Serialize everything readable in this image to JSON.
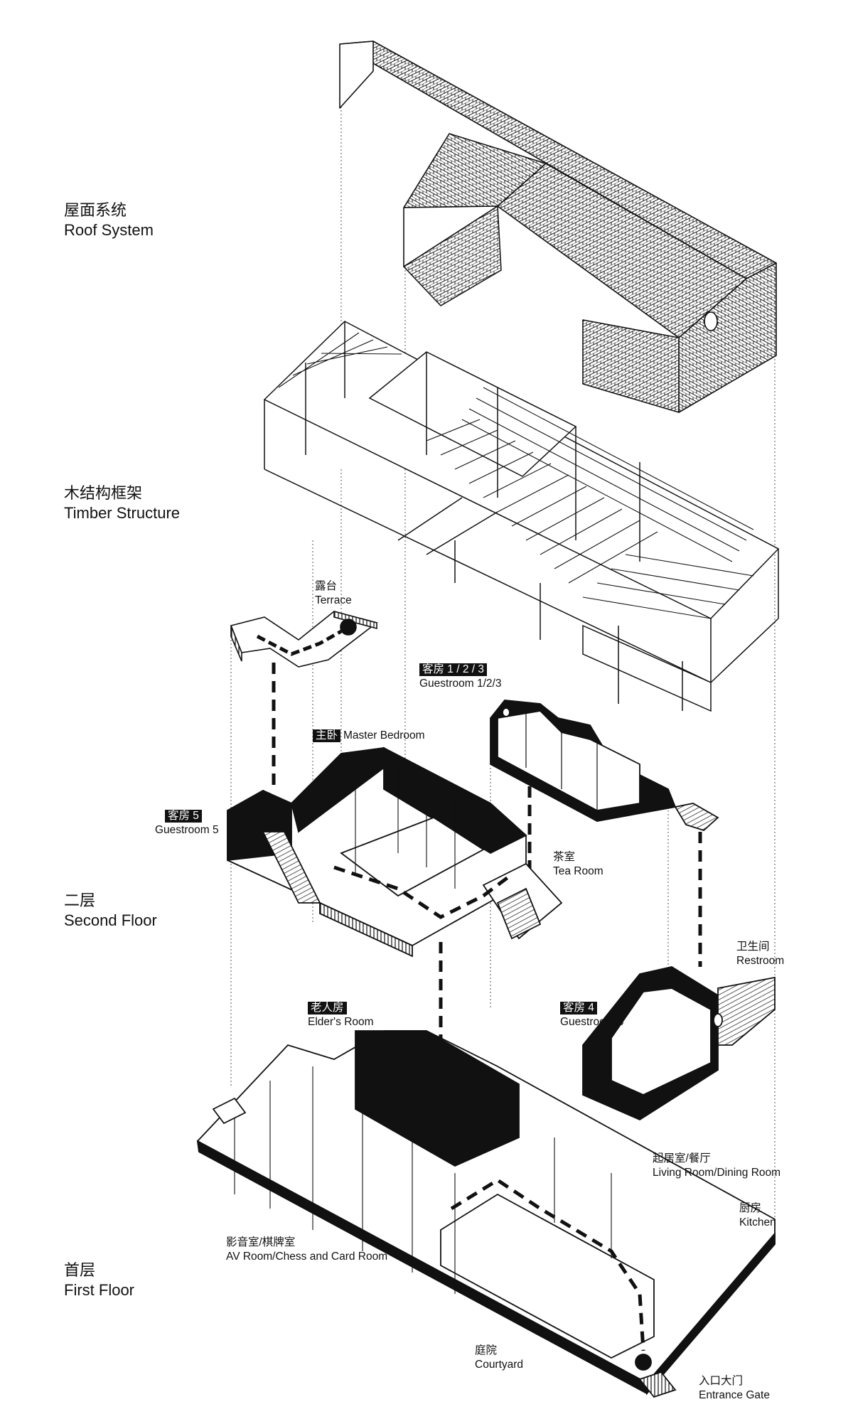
{
  "levels": {
    "roof": {
      "cn": "屋面系统",
      "en": "Roof System"
    },
    "timber": {
      "cn": "木结构框架",
      "en": "Timber Structure"
    },
    "second": {
      "cn": "二层",
      "en": "Second Floor"
    },
    "first": {
      "cn": "首层",
      "en": "First Floor"
    }
  },
  "rooms": {
    "terrace": {
      "cn": "露台",
      "en": "Terrace"
    },
    "guest123": {
      "cn": "客房 1 / 2 / 3",
      "en": "Guestroom 1/2/3"
    },
    "master": {
      "cn": "主卧",
      "en": "Master Bedroom"
    },
    "guest5": {
      "cn": "客房 5",
      "en": "Guestroom 5"
    },
    "tea": {
      "cn": "茶室",
      "en": "Tea Room"
    },
    "restroom": {
      "cn": "卫生间",
      "en": "Restroom"
    },
    "elder": {
      "cn": "老人房",
      "en": "Elder's Room"
    },
    "guest4": {
      "cn": "客房 4",
      "en": "Guestroom 4"
    },
    "living": {
      "cn": "起居室/餐厅",
      "en": "Living Room/Dining Room"
    },
    "kitchen": {
      "cn": "厨房",
      "en": "Kitchen"
    },
    "av": {
      "cn": "影音室/棋牌室",
      "en": "AV Room/Chess and Card Room"
    },
    "courtyard": {
      "cn": "庭院",
      "en": "Courtyard"
    },
    "entrance": {
      "cn": "入口大门",
      "en": "Entrance Gate"
    }
  },
  "colors": {
    "ink": "#111111",
    "paper": "#ffffff",
    "mass": "#111111"
  }
}
